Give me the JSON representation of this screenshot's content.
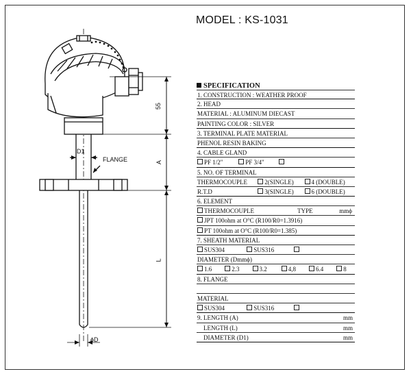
{
  "model": "MODEL : KS-1031",
  "drawing": {
    "d1": "D1",
    "flange": "FLANGE",
    "dim_55": "55",
    "dim_a": "A",
    "dim_l": "L",
    "dim_phid": "ϕD"
  },
  "spec": {
    "title": "SPECIFICATION",
    "rows": {
      "construction": "1. CONSTRUCTION : WEATHER PROOF",
      "head": "2. HEAD",
      "material": "MATERIAL : ALUMINUM  DIECAST",
      "painting": "PAINTING COLOR : SILVER",
      "terminal_plate": "3. TERMINAL PLATE MATERIAL",
      "phenol": "PHENOL RESIN   BAKING",
      "cable_gland": "4. CABLE GLAND",
      "pf1": "PF  1/2\"",
      "pf2": "PF  3/4\"",
      "no_terminal": "5. NO. OF TERMINAL",
      "thermocouple": "THERMOCOUPLE",
      "tc_single": "2(SINGLE)",
      "tc_double": "4 (DOUBLE)",
      "rtd": "R.T.D",
      "rtd_single": "3(SINGLE)",
      "rtd_double": "6 (DOUBLE)",
      "element": "6. ELEMENT",
      "el_tc": "THERMOCOUPLE",
      "el_type": "TYPE",
      "el_unit": "mmϕ",
      "jpt": "JPT  100ohm  at   O°C  (R100/R0=1.3916)",
      "pt": "PT  100ohm  at   O°C  (R100/R0=1.385)",
      "sheath": "7. SHEATH MATERIAL",
      "sus304": "SUS304",
      "sus316": "SUS316",
      "diameter": "DIAMETER  (Dmmϕ)",
      "d16": "1.6",
      "d23": "2.3",
      "d32": "3.2",
      "d48": "4,8",
      "d64": "6.4",
      "d8": "8",
      "flange": "8.  FLANGE",
      "fl_material": "MATERIAL",
      "fl_sus304": "SUS304",
      "fl_sus316": "SUS316",
      "length_a": "9. LENGTH  (A)",
      "length_l": "LENGTH  (L)",
      "diameter_d1": "DIAMETER  (D1)",
      "mm": "mm"
    }
  }
}
